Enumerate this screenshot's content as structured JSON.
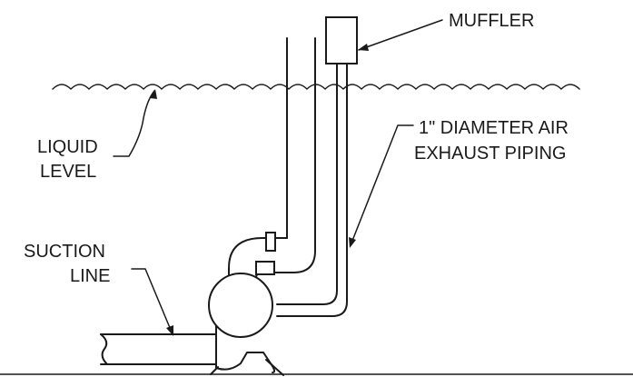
{
  "labels": {
    "muffler": "MUFFLER",
    "liquid_level_line1": "LIQUID",
    "liquid_level_line2": "LEVEL",
    "exhaust_line1": "1\"  DIAMETER AIR",
    "exhaust_line2": "EXHAUST PIPING",
    "suction_line1": "SUCTION",
    "suction_line2": "LINE"
  },
  "colors": {
    "line": "#1a1a1a",
    "background": "#ffffff"
  }
}
